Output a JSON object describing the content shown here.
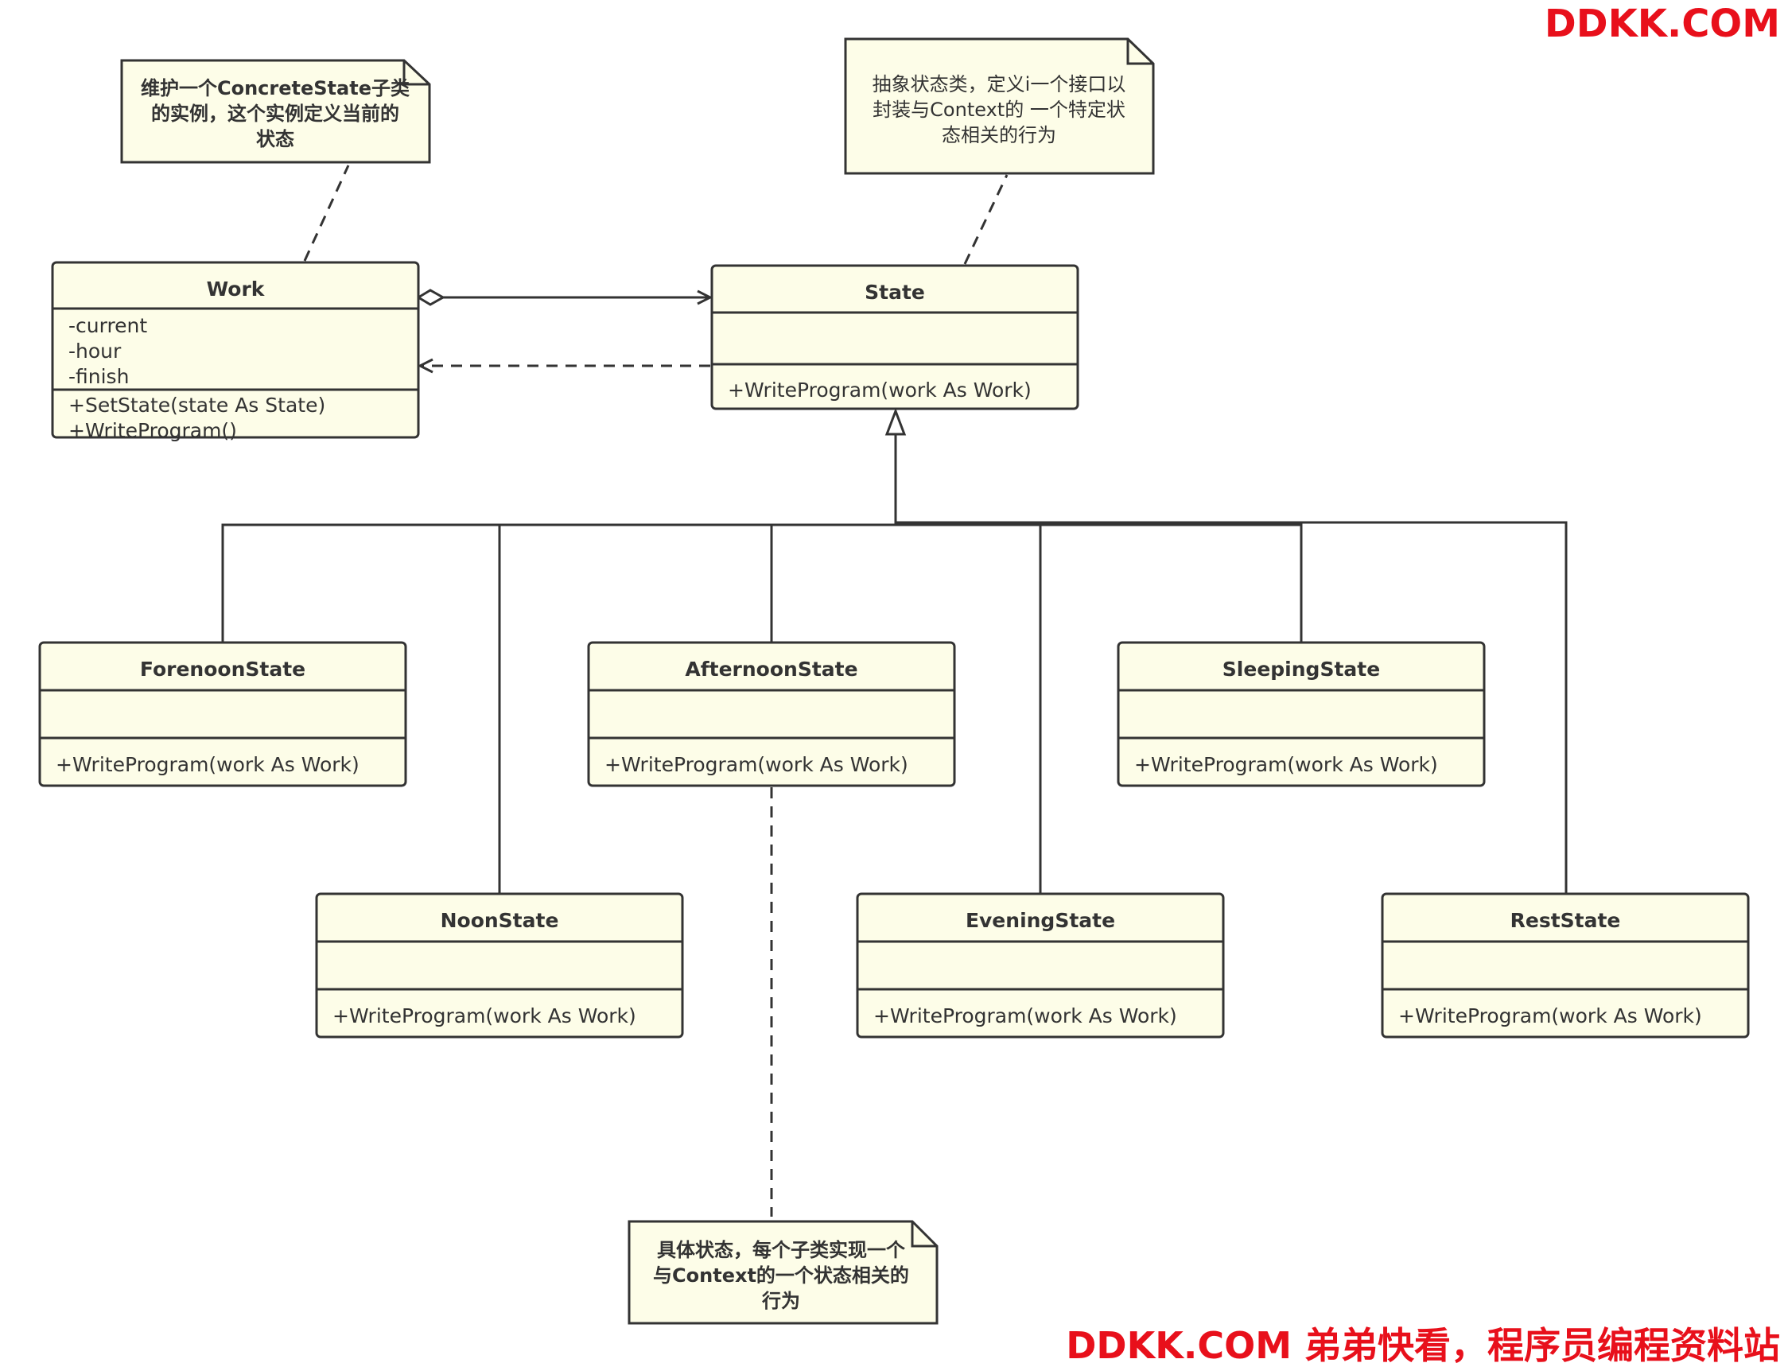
{
  "watermarks": {
    "top": "DDKK.COM",
    "bottom": "DDKK.COM 弟弟快看，程序员编程资料站"
  },
  "colors": {
    "box_fill": "#fdfde8",
    "stroke": "#333333",
    "text": "#333333",
    "watermark": "#e8101b"
  },
  "classes": {
    "work": {
      "name": "Work",
      "attributes": [
        "-current",
        "-hour",
        "-finish"
      ],
      "methods": [
        "+SetState(state As State)",
        "+WriteProgram()"
      ]
    },
    "state": {
      "name": "State",
      "attributes": [],
      "methods": [
        "+WriteProgram(work As Work)"
      ]
    },
    "forenoon": {
      "name": "ForenoonState",
      "attributes": [],
      "methods": [
        "+WriteProgram(work As Work)"
      ]
    },
    "afternoon": {
      "name": "AfternoonState",
      "attributes": [],
      "methods": [
        "+WriteProgram(work As Work)"
      ]
    },
    "sleeping": {
      "name": "SleepingState",
      "attributes": [],
      "methods": [
        "+WriteProgram(work As Work)"
      ]
    },
    "noon": {
      "name": "NoonState",
      "attributes": [],
      "methods": [
        "+WriteProgram(work As Work)"
      ]
    },
    "evening": {
      "name": "EveningState",
      "attributes": [],
      "methods": [
        "+WriteProgram(work As Work)"
      ]
    },
    "rest": {
      "name": "RestState",
      "attributes": [],
      "methods": [
        "+WriteProgram(work As Work)"
      ]
    }
  },
  "notes": {
    "work_note": {
      "lines": [
        "维护一个ConcreteState子类",
        "的实例，这个实例定义当前的",
        "状态"
      ]
    },
    "state_note": {
      "lines": [
        "抽象状态类，定义i一个接口以",
        "封装与Context的 一个特定状",
        "态相关的行为"
      ]
    },
    "concrete_note": {
      "lines": [
        "具体状态，每个子类实现一个",
        "与Context的一个状态相关的",
        "行为"
      ]
    }
  }
}
